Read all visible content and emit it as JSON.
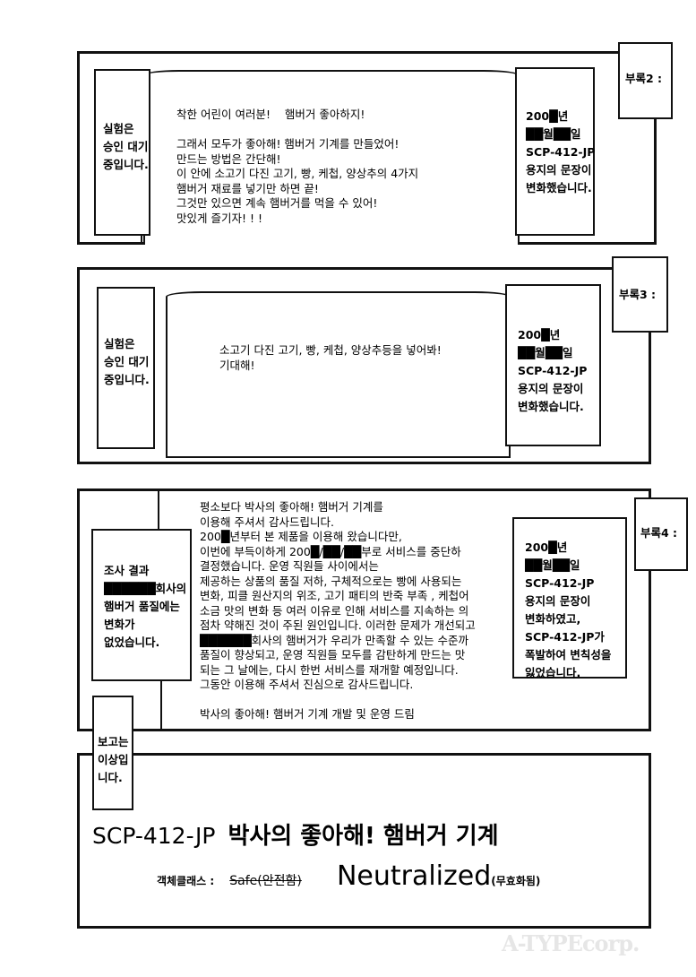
{
  "panel1": {
    "left_box": "실험은\n승인 대기\n중입니다.",
    "speech": "착한 어린이 여러분!    햄버거 좋아하지!\n\n그래서 모두가 좋아해! 햄버거 기계를 만들었어!\n만드는 방법은 간단해!\n이 안에 소고기 다진 고기, 빵, 케첩, 양상추의 4가지\n햄버거 재료를 넣기만 하면 끝!\n그것만 있으면 계속 햄버거를 먹을 수 있어!\n맛있게 즐기자! ! !",
    "right_box": "200█년\n██월██일\nSCP-412-JP\n용지의 문장이\n변화했습니다.",
    "appendix": "부록2 :"
  },
  "panel2": {
    "left_box": "실험은\n승인 대기\n중입니다.",
    "speech": "소고기 다진 고기, 빵, 케첩, 양상추등을 넣어봐!\n기대해!",
    "right_box": "200█년\n██월██일\nSCP-412-JP\n용지의 문장이\n변화했습니다.",
    "appendix": "부록3 :"
  },
  "panel3": {
    "left_box": "조사 결과\n██████회사의\n햄버거 품질에는\n변화가\n없었습니다.",
    "notice": "평소보다 박사의 좋아해! 햄버거 기계를\n이용해 주셔서 감사드립니다.\n200█년부터 본 제품을 이용해 왔습니다만,\n이번에 부득이하게 200█/██/██부로 서비스를 중단하\n결정했습니다. 운영 직원들 사이에서는\n제공하는 상품의 품질 저하, 구체적으로는 빵에 사용되는\n변화, 피클 원산지의 위조, 고기 패티의 반죽 부족 , 케첩어\n소금 맛의 변화 등 여러 이유로 인해 서비스를 지속하는 의\n점차 약해진 것이 주된 원인입니다. 이러한 문제가 개선되고\n██████회사의 햄버거가 우리가 만족할 수 있는 수준까\n품질이 향상되고, 운영 직원들 모두를 감탄하게 만드는 맛\n되는 그 날에는, 다시 한번 서비스를 재개할 예정입니다.\n그동안 이용해 주셔서 진심으로 감사드립니다.\n\n박사의 좋아해! 햄버거 기계 개발 및 운영 드림",
    "right_box": "200█년\n██월██일\nSCP-412-JP\n용지의 문장이\n변화하였고,\nSCP-412-JP가\n폭발하여 변칙성을\n잃었습니다.",
    "appendix": "부록4 :"
  },
  "report_box": "보고는\n이상입\n니다.",
  "footer": {
    "scp_id": "SCP-412-JP",
    "scp_name": "박사의 좋아해! 햄버거 기계",
    "class_label": "객체클래스 :",
    "old_class": "Safe(안전함)",
    "new_class": "Neutralized",
    "new_class_ko": "(무효화됨)"
  },
  "watermark": "A-TYPEcorp."
}
